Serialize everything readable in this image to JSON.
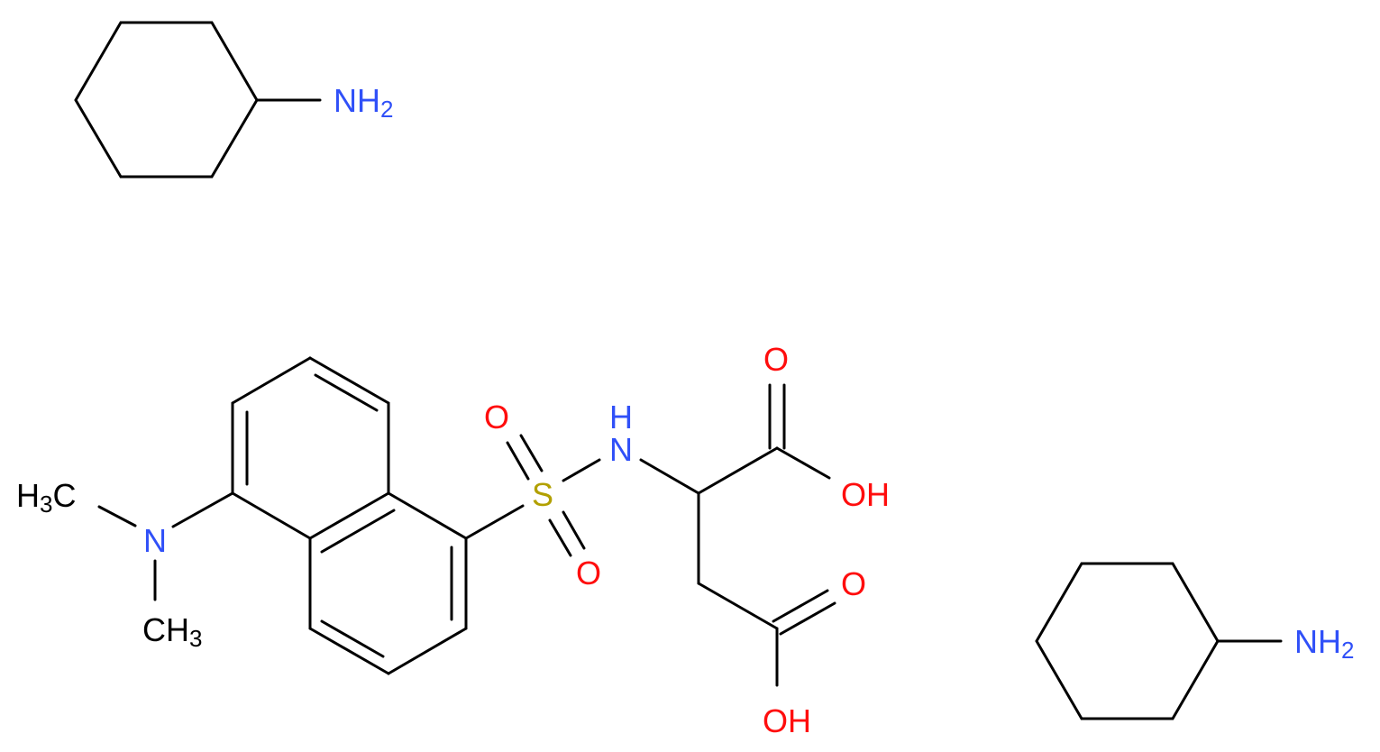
{
  "molecules": {
    "cyclohexylamine_top": {
      "amine_label": "NH",
      "amine_sub": "2"
    },
    "dansyl_aspartate": {
      "methyl_top": {
        "main": "H",
        "sub": "3",
        "tail": "C"
      },
      "dimethyl_n": "N",
      "methyl_bottom": {
        "main": "CH",
        "sub": "3"
      },
      "sulfur": "S",
      "sulfonyl_o_top": "O",
      "sulfonyl_o_bottom": "O",
      "sulfonamide_nh": "H\nN",
      "nh_h": "H",
      "nh_n": "N",
      "acid1_carbonyl_o": "O",
      "acid1_hydroxyl": "OH",
      "acid2_carbonyl_o": "O",
      "acid2_hydroxyl": "OH"
    },
    "cyclohexylamine_bottom": {
      "amine_label": "NH",
      "amine_sub": "2"
    }
  },
  "colors": {
    "bond": "#000000",
    "nitrogen": "#3050F8",
    "oxygen": "#FF0D0D",
    "sulfur": "#B2A000"
  }
}
